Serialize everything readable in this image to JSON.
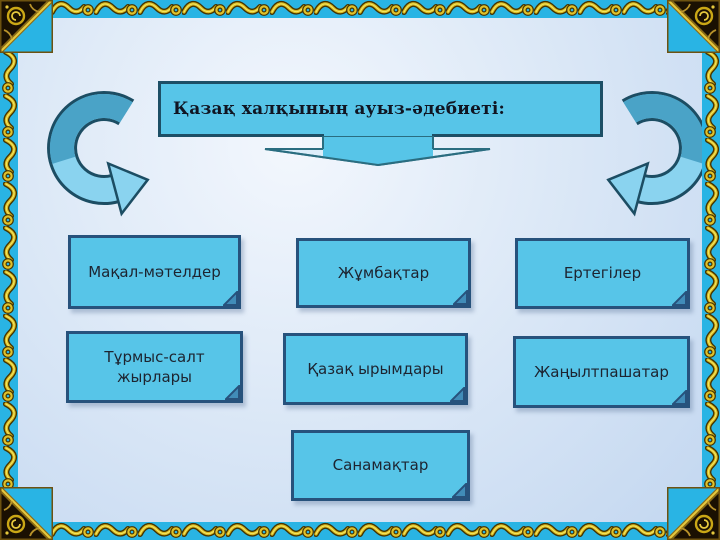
{
  "slide": {
    "title": "Қазақ халқының ауыз-әдебиеті:",
    "nodes": [
      "Мақал-мәтелдер",
      "Жұмбақтар",
      "Ертегілер",
      "Тұрмыс-салт жырлары",
      "Қазақ ырымдары",
      "Жаңылтпашатар",
      "Санамақтар"
    ],
    "decorations": {
      "left_arrow_icon": "curved-arrow-icon",
      "right_arrow_icon": "curved-arrow-icon",
      "connector_icon": "down-chevron-arrow-icon",
      "border_style": "kazakh-gold-ornament"
    },
    "colors": {
      "frame_cyan": "#29b4e4",
      "ornament_gold": "#d9b91e",
      "corner_dark": "#1a1002",
      "box_fill": "#57c5e8",
      "box_border": "#27527c",
      "title_border": "#1d4f66",
      "background_light": "#dde9f7",
      "arrow_light": "#8ad3ef",
      "arrow_dark": "#4aa3c7",
      "arrow_outline": "#1c4d63",
      "text_dark": "#1d2430"
    }
  }
}
